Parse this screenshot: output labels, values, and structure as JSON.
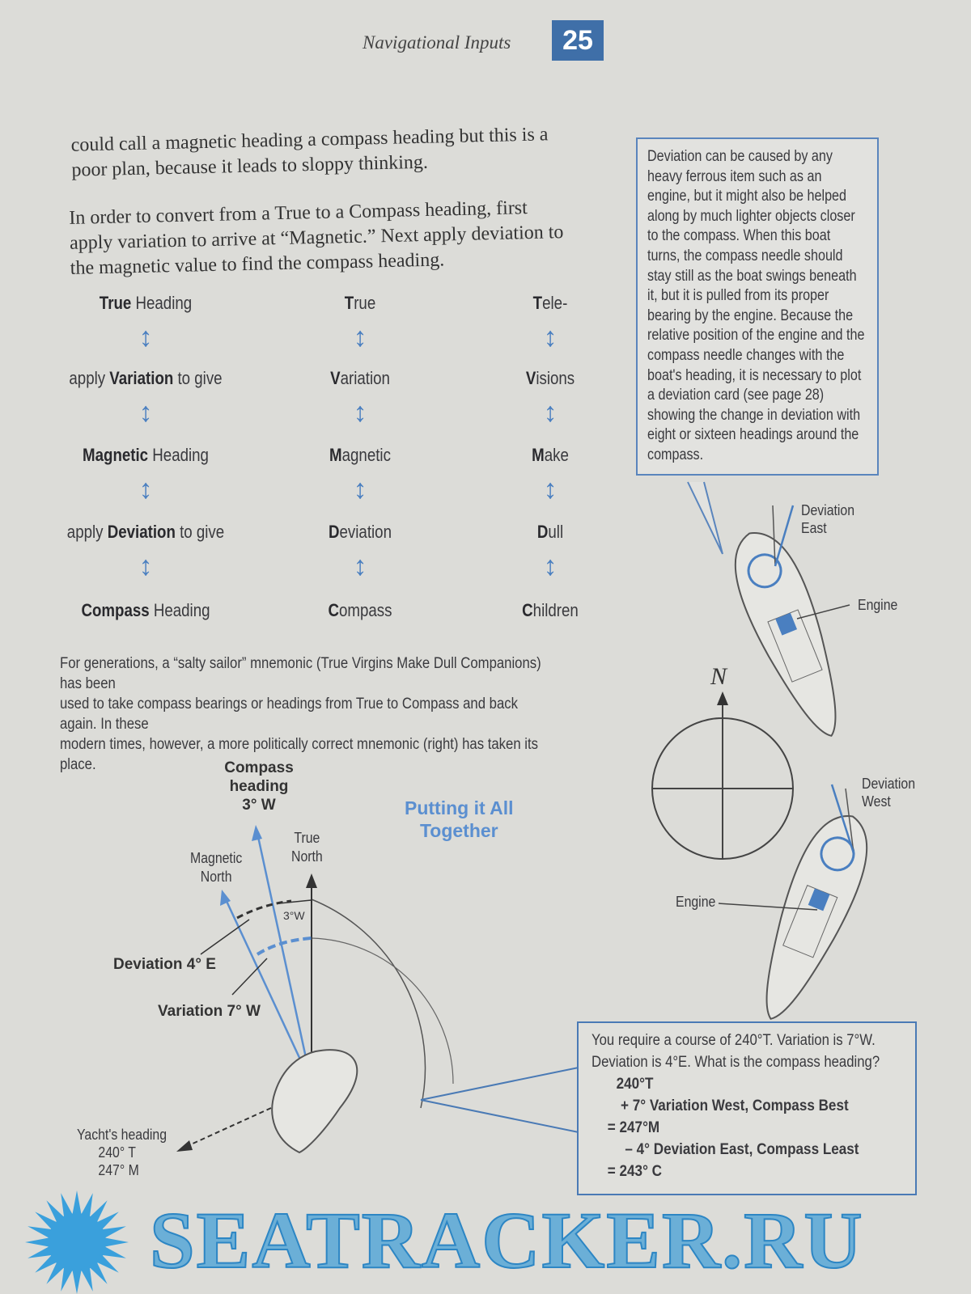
{
  "header": {
    "title": "Navigational Inputs",
    "page_number": "25"
  },
  "body": {
    "paragraph1": [
      "could call a magnetic heading a compass heading but this is a",
      "poor plan, because it leads to sloppy thinking."
    ],
    "paragraph2": [
      "In order to convert from a True to a Compass heading, first",
      "apply variation to arrive at “Magnetic.” Next apply deviation to",
      "the magnetic value to find the compass heading."
    ]
  },
  "mnemonic": {
    "steps": [
      {
        "bold": "True",
        "rest": " Heading"
      },
      {
        "pre": "apply ",
        "bold": "Variation",
        "rest": " to give"
      },
      {
        "bold": "Magnetic",
        "rest": " Heading"
      },
      {
        "pre": "apply ",
        "bold": "Deviation",
        "rest": " to give"
      },
      {
        "bold": "Compass",
        "rest": " Heading"
      }
    ],
    "salty": [
      {
        "initial": "T",
        "rest": "rue"
      },
      {
        "initial": "V",
        "rest": "ariation"
      },
      {
        "initial": "M",
        "rest": "agnetic"
      },
      {
        "initial": "D",
        "rest": "eviation"
      },
      {
        "initial": "C",
        "rest": "ompass"
      }
    ],
    "modern": [
      {
        "initial": "T",
        "rest": "ele-"
      },
      {
        "initial": "V",
        "rest": "isions"
      },
      {
        "initial": "M",
        "rest": "ake"
      },
      {
        "initial": "D",
        "rest": "ull"
      },
      {
        "initial": "C",
        "rest": "hildren"
      }
    ],
    "arrow_glyph": "↕"
  },
  "caption": [
    "For generations, a “salty sailor” mnemonic (True Virgins Make Dull Companions) has been",
    "used to take compass bearings or headings from True to Compass and back again. In these",
    "modern times, however, a more politically correct mnemonic (right) has taken its place."
  ],
  "sidebar": {
    "lines": [
      "Deviation can be caused by any",
      "heavy ferrous item such as an",
      "engine, but it might also be helped",
      "along by much lighter objects closer",
      "to the compass. When this boat",
      "turns, the compass needle should",
      "stay still as the boat swings beneath",
      "it, but it is pulled from its proper",
      "bearing by the engine. Because the",
      "relative position of the engine and the",
      "compass needle changes with the",
      "boat's heading, it is necessary to plot",
      "a deviation card (see page 28)",
      "showing the change in deviation with",
      "eight or sixteen headings around the",
      "compass."
    ]
  },
  "boat_diagram": {
    "deviation_east": [
      "Deviation",
      "East"
    ],
    "deviation_west": [
      "Deviation",
      "West"
    ],
    "engine_top": "Engine",
    "engine_bottom": "Engine",
    "compass_north": "N"
  },
  "together_diagram": {
    "title": [
      "Putting it All",
      "Together"
    ],
    "compass_heading": [
      "Compass",
      "heading",
      "3° W"
    ],
    "magnetic_north": [
      "Magnetic",
      "North"
    ],
    "true_north": [
      "True",
      "North"
    ],
    "angle_label": "3°W",
    "deviation_label": "Deviation 4° E",
    "variation_label": "Variation 7° W",
    "yacht_heading": [
      "Yacht's heading",
      "240° T",
      "247° M"
    ]
  },
  "problem": {
    "question": [
      "You require a course of 240°T. Variation is 7°W.",
      "Deviation is 4°E. What is the compass heading?"
    ],
    "line1": "240°T",
    "line2": "+ 7° Variation West, Compass Best",
    "line3": "= 247°M",
    "line4": "– 4° Deviation East, Compass Least",
    "line5": "= 243° C"
  },
  "watermark": {
    "text": "SEATRACKER.RU"
  },
  "colors": {
    "accent": "#3f6fa8",
    "diagram_blue": "#5b8fd0",
    "watermark": "#2d86c4"
  }
}
